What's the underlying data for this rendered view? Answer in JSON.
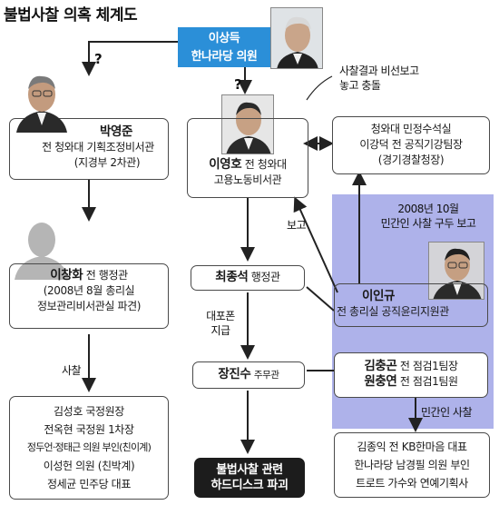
{
  "title": "불법사찰 의혹 체계도",
  "colors": {
    "accent_blue": "#2b8fd8",
    "panel_lavender": "#aeb2ea",
    "dark_box": "#1c1c1c"
  },
  "lee_sangdeuk": {
    "name": "이상득",
    "role": "한나라당 의원"
  },
  "question_mark": "?",
  "park_youngjun": {
    "name": "박영준",
    "line1": "전 청와대 기획조정비서관",
    "line2": "(지경부 2차관)"
  },
  "lee_youngho": {
    "name": "이영호",
    "role_inline": "전 청와대",
    "line2": "고용노동비서관"
  },
  "bluehouse_civil": {
    "line1": "청와대 민정수석실",
    "line2": "이강덕 전 공직기강팀장",
    "line3": "(경기경찰청장)"
  },
  "conflict_note": {
    "line1": "사찰결과 비선보고",
    "line2": "놓고 충돌"
  },
  "report_note": {
    "line1": "2008년 10월",
    "line2": "민간인 사찰 구두 보고"
  },
  "report_label": "보고",
  "lee_changhwa": {
    "name": "이창화",
    "role_inline": "전 행정관",
    "line2": "(2008년 8월 총리실",
    "line3": "정보관리비서관실 파견)"
  },
  "choi_jongseok": {
    "name": "최종석",
    "role": "행정관"
  },
  "phone_label": {
    "line1": "대포폰",
    "line2": "지급"
  },
  "jang_jinsu": {
    "name": "장진수",
    "role": "주무관"
  },
  "destroy": {
    "line1": "불법사찰 관련",
    "line2": "하드디스크 파괴"
  },
  "lee_ingyu": {
    "name": "이인규",
    "role": "전 총리실 공직윤리지원관"
  },
  "team": {
    "name1": "김충곤",
    "role1": "전 점검1팀장",
    "name2": "원충연",
    "role2": "전 점검1팀원"
  },
  "surveillance_label": "사찰",
  "civilian_label": "민간인 사찰",
  "targets_left": [
    "김성호 국정원장",
    "전옥현 국정원 1차장",
    "정두언·정태근 의원 부인(친이계)",
    "이성헌 의원 (친박계)",
    "정세균 민주당 대표"
  ],
  "targets_right": [
    "김종익 전 KB한마음 대표",
    "한나라당 남경필 의원 부인",
    "트로트 가수와 연예기획사"
  ]
}
